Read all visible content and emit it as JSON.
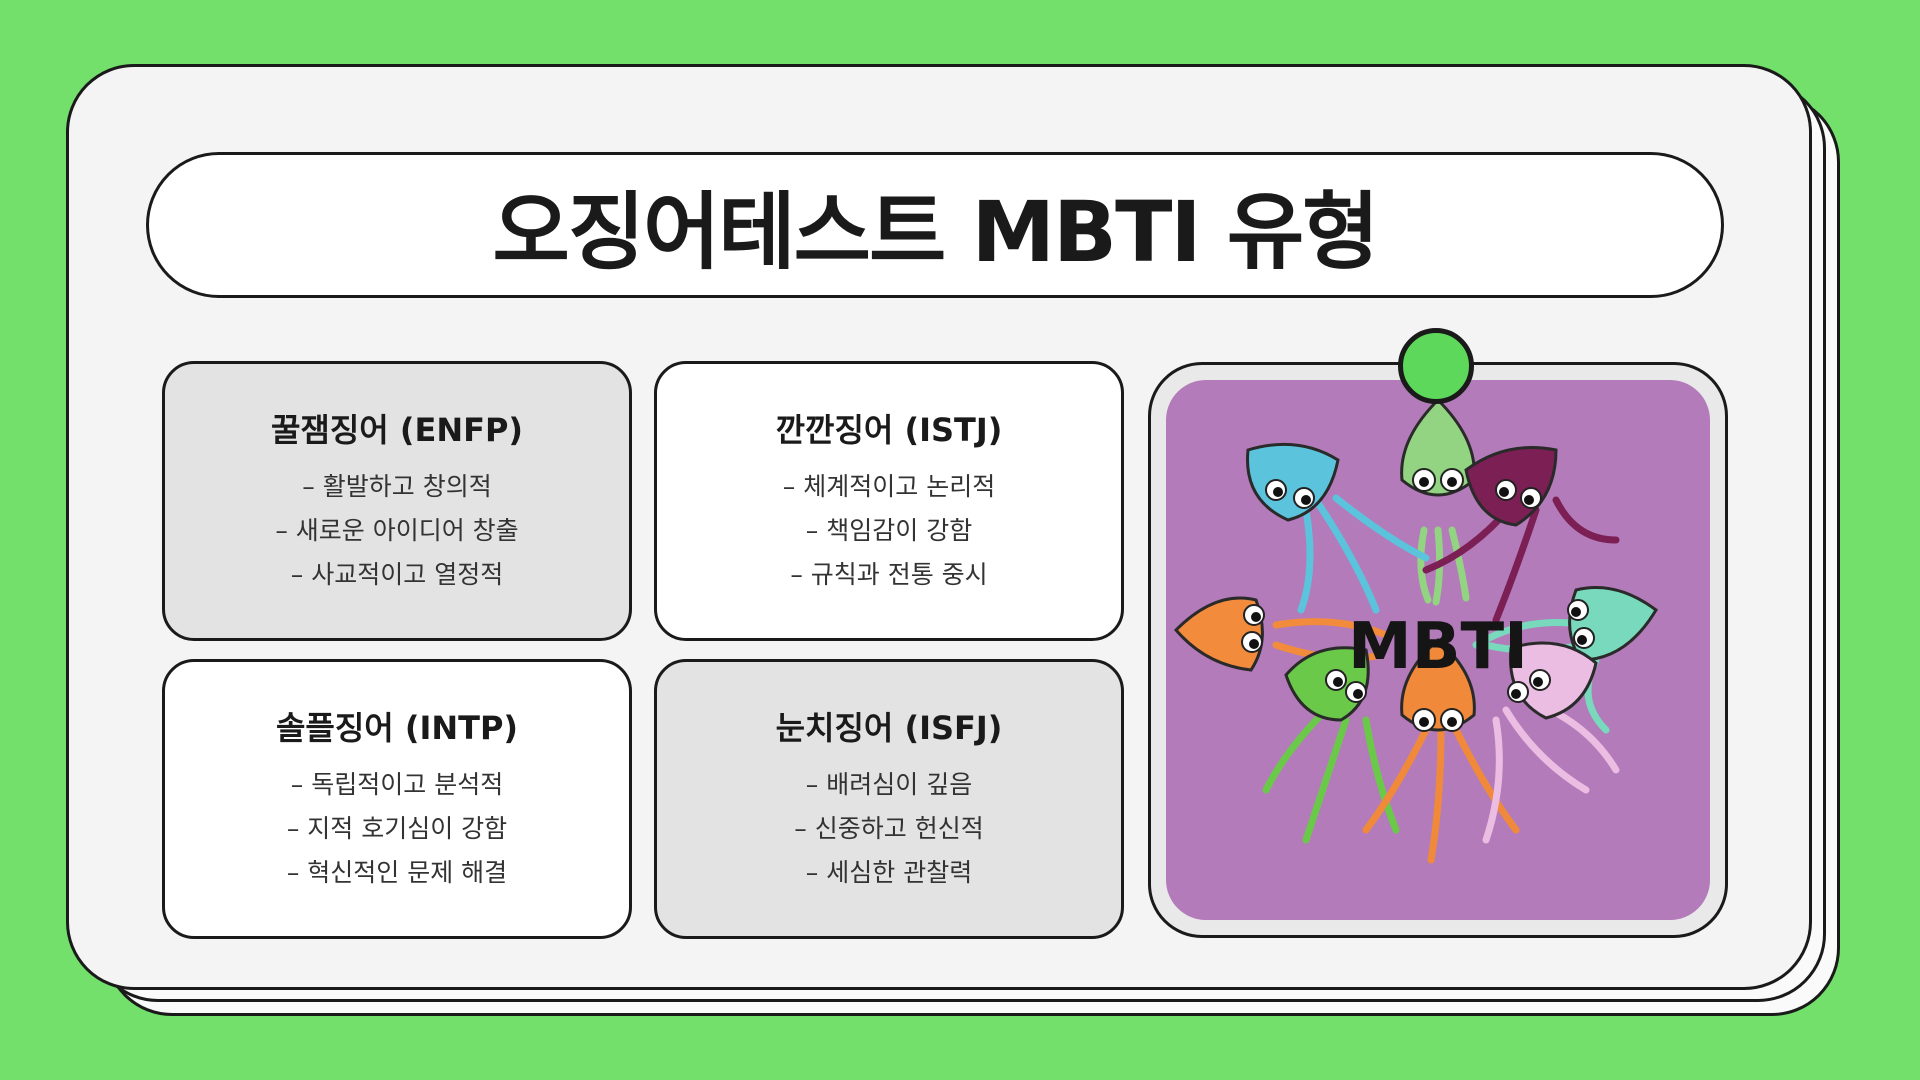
{
  "title": "오징어테스트 MBTI 유형",
  "cards": [
    {
      "title": "꿀잼징어 (ENFP)",
      "items": [
        "– 활발하고 창의적",
        "– 새로운 아이디어 창출",
        "– 사교적이고 열정적"
      ]
    },
    {
      "title": "깐깐징어 (ISTJ)",
      "items": [
        "– 체계적이고 논리적",
        "– 책임감이 강함",
        "– 규칙과 전통 중시"
      ]
    },
    {
      "title": "솔플징어 (INTP)",
      "items": [
        "– 독립적이고 분석적",
        "– 지적 호기심이 강함",
        "– 혁신적인 문제 해결"
      ]
    },
    {
      "title": "눈치징어 (ISFJ)",
      "items": [
        "– 배려심이 깊음",
        "– 신중하고 헌신적",
        "– 세심한 관찰력"
      ]
    }
  ],
  "illustration": {
    "label": "MBTI",
    "background": "#b37bb9",
    "squid_colors": [
      "#93d482",
      "#5cc3dc",
      "#7b1f55",
      "#79d9bd",
      "#f28c3c",
      "#6bc94a",
      "#f08a3a",
      "#ecbde3"
    ]
  },
  "colors": {
    "background": "#73e06c",
    "pin": "#5ed85a",
    "card_gray": "#e3e3e3",
    "card_white": "#ffffff",
    "outline": "#1a1a1a"
  }
}
